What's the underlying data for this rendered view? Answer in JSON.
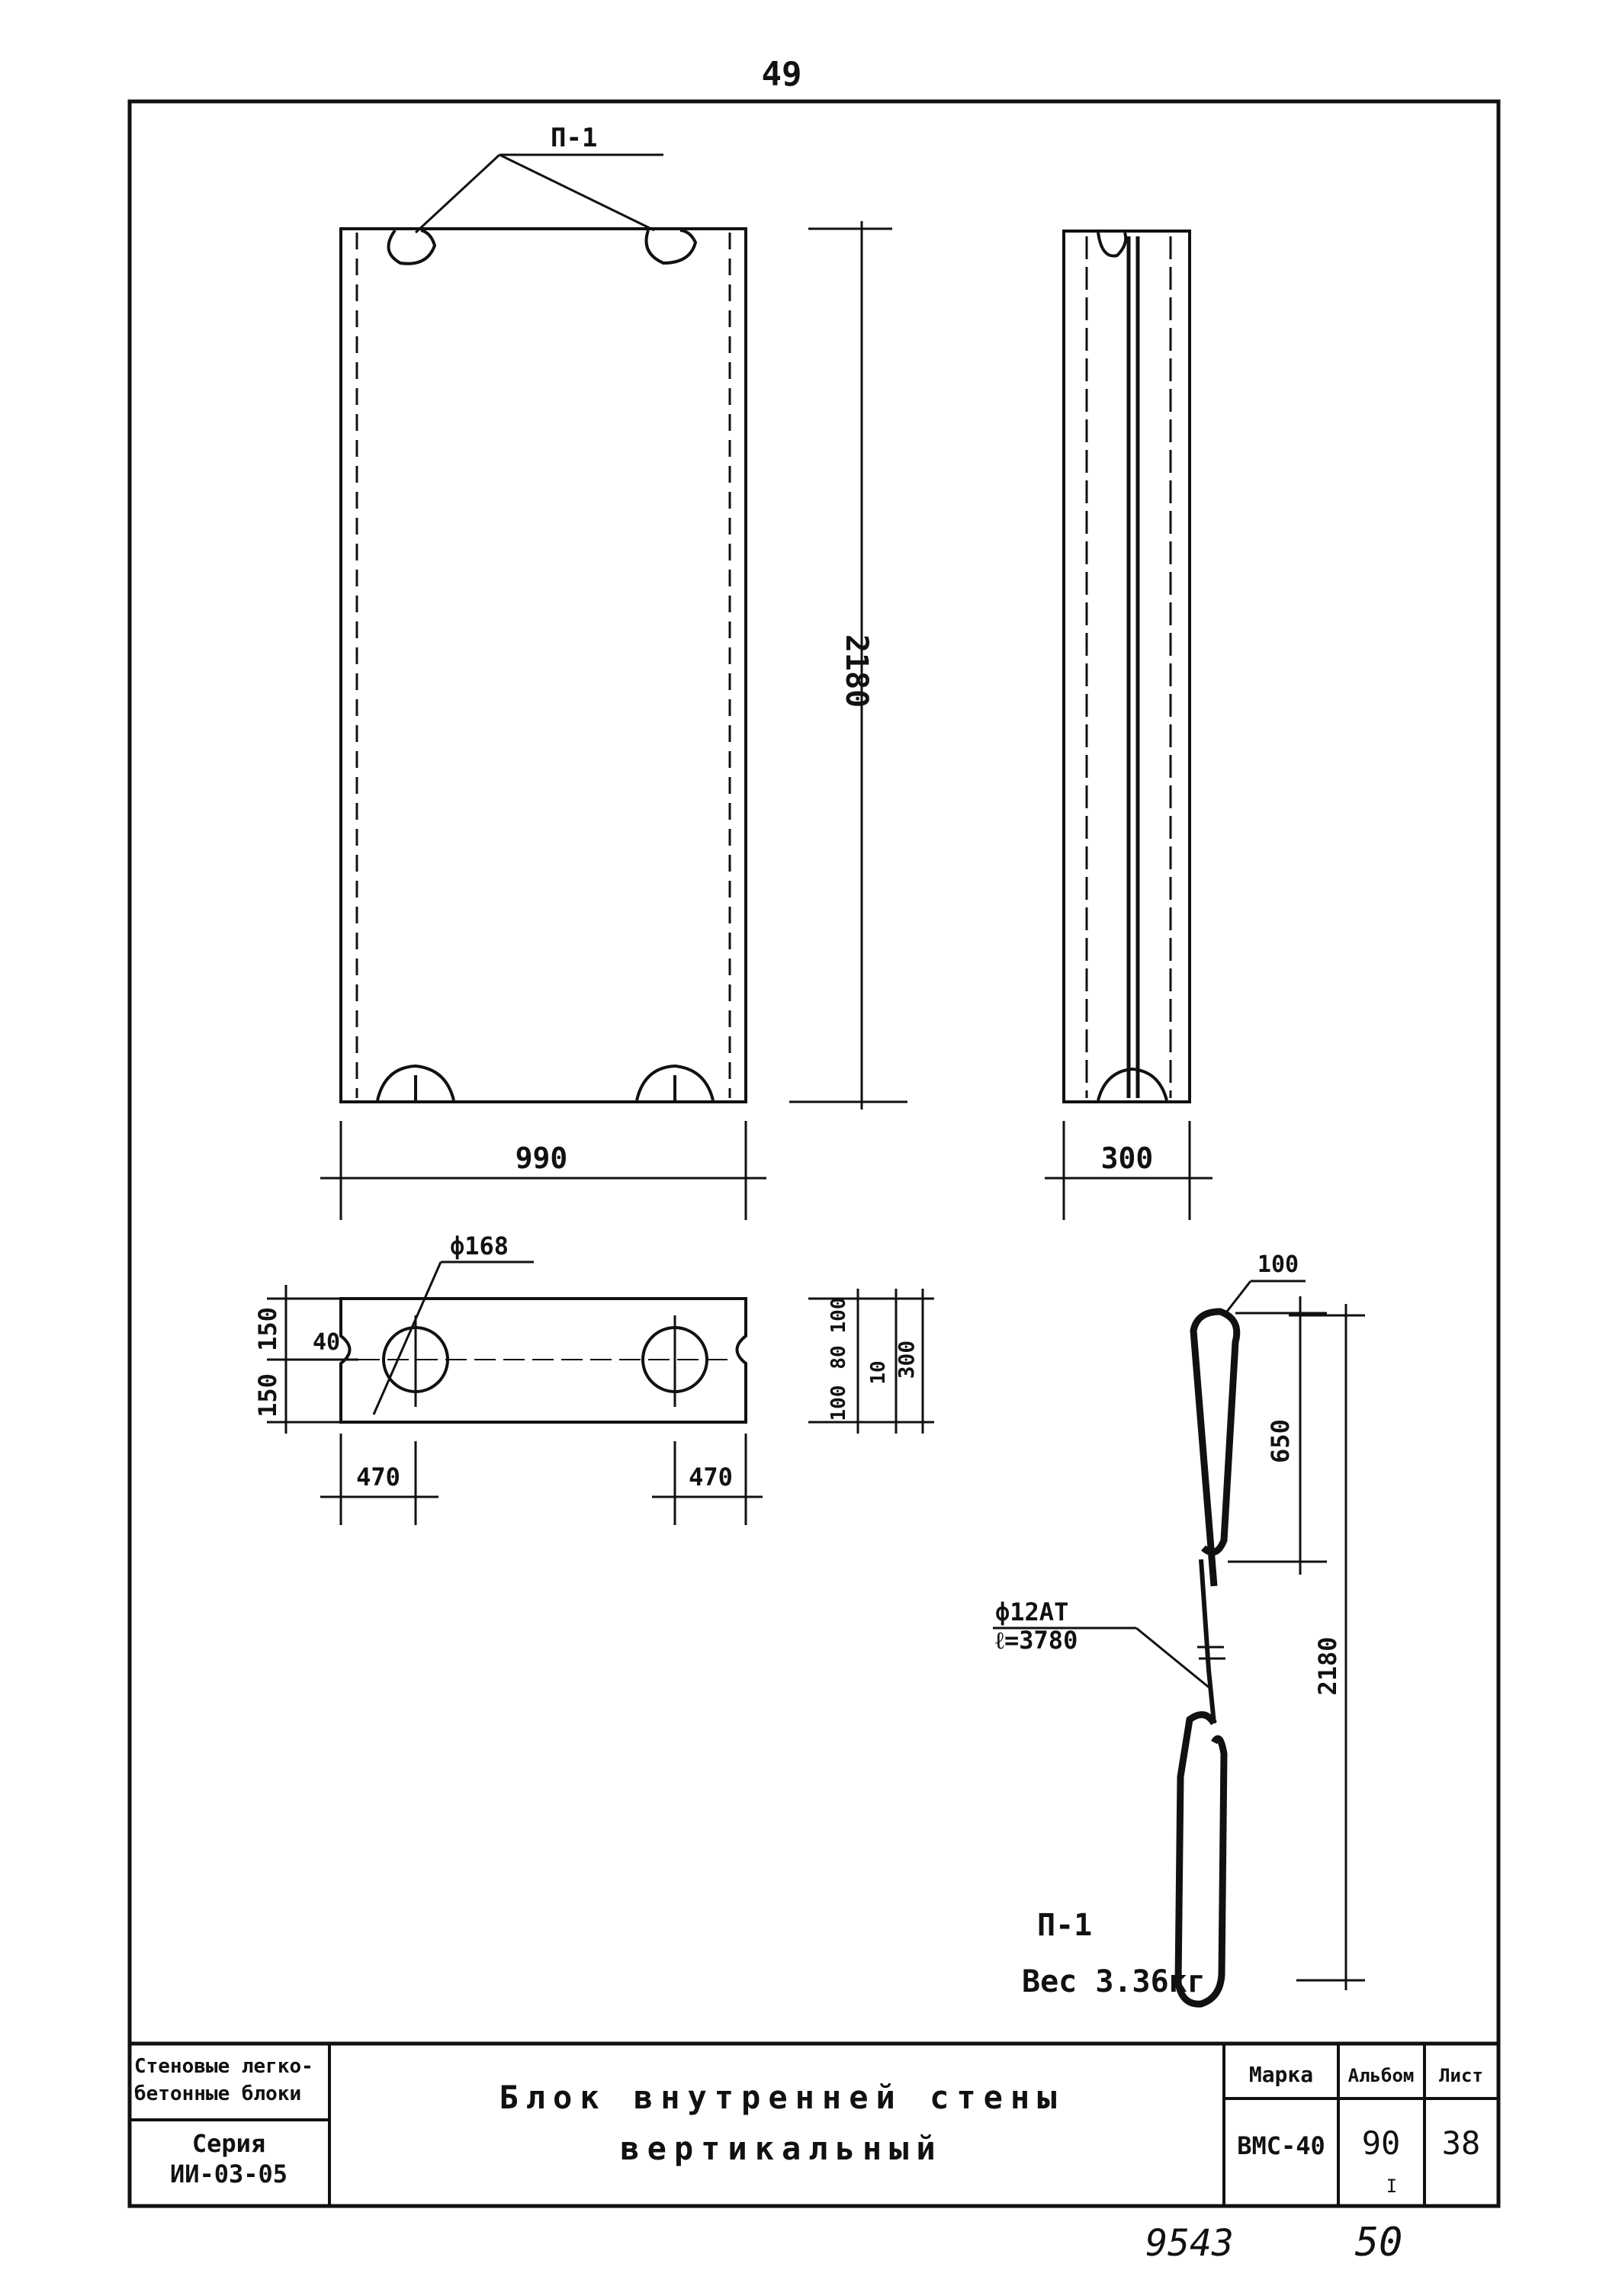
{
  "page": {
    "number_top": "49",
    "bottom_left_number": "9543",
    "bottom_right_number": "50"
  },
  "views": {
    "loop_callout": "П-1",
    "front": {
      "height_dim": "2180",
      "width_dim": "990"
    },
    "side": {
      "width_dim": "300"
    },
    "plan": {
      "hole_dia": "ф168",
      "left_dims": [
        "150",
        "150"
      ],
      "notch_dim": "40",
      "bottom_dims": [
        "470",
        "470"
      ]
    },
    "section": {
      "dims": [
        "100",
        "80",
        "100",
        "10",
        "300"
      ]
    },
    "loop_detail": {
      "top_dim": "100",
      "segment_dim": "650",
      "total_dim": "2180",
      "bar_spec_line1": "ф12АТ",
      "bar_spec_line2": "ℓ=3780",
      "name": "П-1",
      "weight": "Вес 3.36кг"
    }
  },
  "title_block": {
    "category_line1": "Стеновые легко-",
    "category_line2": "бетонные блоки",
    "series_label": "Серия",
    "series_value": "ИИ-03-05",
    "title_line1": "Блок внутренней стены",
    "title_line2": "вертикальный",
    "col_mark": "Марка",
    "col_album": "Альбом",
    "col_sheet": "Лист",
    "mark_value": "ВМС-40",
    "album_value": "90",
    "album_sub": "I",
    "sheet_value": "38"
  }
}
